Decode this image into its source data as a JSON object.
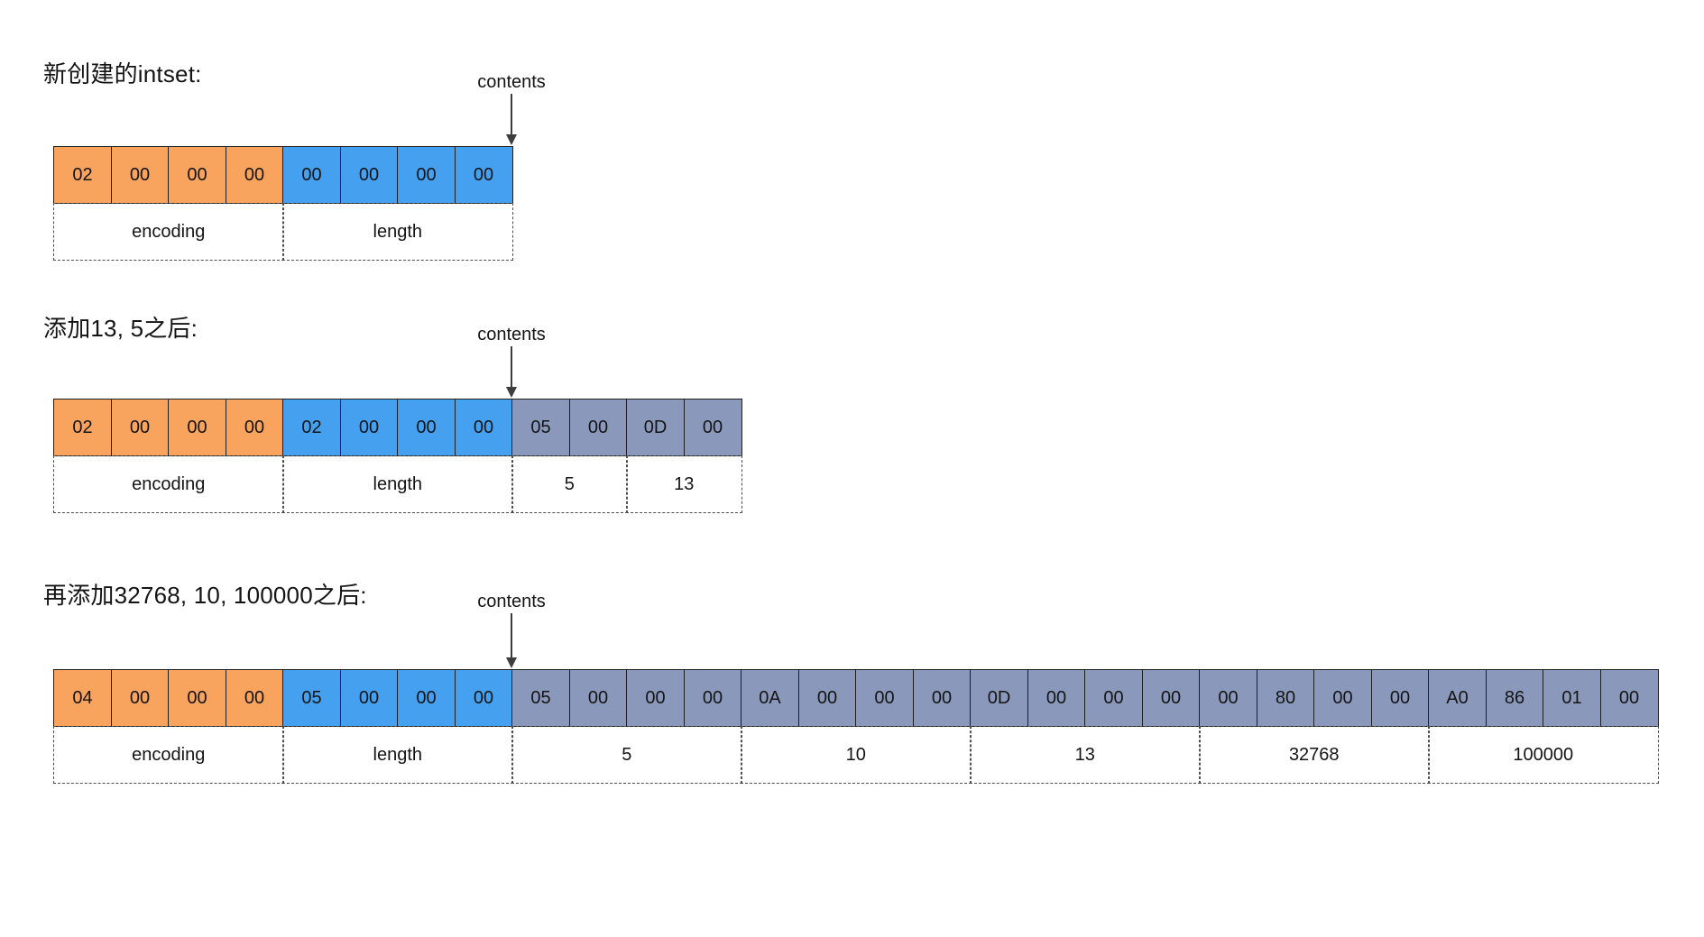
{
  "canvas": {
    "background": "#ffffff"
  },
  "colors": {
    "orange": "#F8A35E",
    "blue": "#45A1F0",
    "slate": "#8A99BB",
    "cell_border": "#1F1F1F",
    "dash_border": "#4D4D4D",
    "arrow": "#3D3D3D",
    "text": "#141414"
  },
  "diagrams": [
    {
      "title": "新创建的intset:",
      "pointer_label": "contents",
      "cells": [
        {
          "text": "02",
          "fill": "orange"
        },
        {
          "text": "00",
          "fill": "orange"
        },
        {
          "text": "00",
          "fill": "orange"
        },
        {
          "text": "00",
          "fill": "orange"
        },
        {
          "text": "00",
          "fill": "blue"
        },
        {
          "text": "00",
          "fill": "blue"
        },
        {
          "text": "00",
          "fill": "blue"
        },
        {
          "text": "00",
          "fill": "blue"
        }
      ],
      "spans": [
        {
          "label": "encoding",
          "cells": 4
        },
        {
          "label": "length",
          "cells": 4
        }
      ]
    },
    {
      "title": "添加13, 5之后:",
      "pointer_label": "contents",
      "cells": [
        {
          "text": "02",
          "fill": "orange"
        },
        {
          "text": "00",
          "fill": "orange"
        },
        {
          "text": "00",
          "fill": "orange"
        },
        {
          "text": "00",
          "fill": "orange"
        },
        {
          "text": "02",
          "fill": "blue"
        },
        {
          "text": "00",
          "fill": "blue"
        },
        {
          "text": "00",
          "fill": "blue"
        },
        {
          "text": "00",
          "fill": "blue"
        },
        {
          "text": "05",
          "fill": "slate"
        },
        {
          "text": "00",
          "fill": "slate"
        },
        {
          "text": "0D",
          "fill": "slate"
        },
        {
          "text": "00",
          "fill": "slate"
        }
      ],
      "spans": [
        {
          "label": "encoding",
          "cells": 4
        },
        {
          "label": "length",
          "cells": 4
        },
        {
          "label": "5",
          "cells": 2
        },
        {
          "label": "13",
          "cells": 2
        }
      ]
    },
    {
      "title": "再添加32768, 10, 100000之后:",
      "pointer_label": "contents",
      "cells": [
        {
          "text": "04",
          "fill": "orange"
        },
        {
          "text": "00",
          "fill": "orange"
        },
        {
          "text": "00",
          "fill": "orange"
        },
        {
          "text": "00",
          "fill": "orange"
        },
        {
          "text": "05",
          "fill": "blue"
        },
        {
          "text": "00",
          "fill": "blue"
        },
        {
          "text": "00",
          "fill": "blue"
        },
        {
          "text": "00",
          "fill": "blue"
        },
        {
          "text": "05",
          "fill": "slate"
        },
        {
          "text": "00",
          "fill": "slate"
        },
        {
          "text": "00",
          "fill": "slate"
        },
        {
          "text": "00",
          "fill": "slate"
        },
        {
          "text": "0A",
          "fill": "slate"
        },
        {
          "text": "00",
          "fill": "slate"
        },
        {
          "text": "00",
          "fill": "slate"
        },
        {
          "text": "00",
          "fill": "slate"
        },
        {
          "text": "0D",
          "fill": "slate"
        },
        {
          "text": "00",
          "fill": "slate"
        },
        {
          "text": "00",
          "fill": "slate"
        },
        {
          "text": "00",
          "fill": "slate"
        },
        {
          "text": "00",
          "fill": "slate"
        },
        {
          "text": "80",
          "fill": "slate"
        },
        {
          "text": "00",
          "fill": "slate"
        },
        {
          "text": "00",
          "fill": "slate"
        },
        {
          "text": "A0",
          "fill": "slate"
        },
        {
          "text": "86",
          "fill": "slate"
        },
        {
          "text": "01",
          "fill": "slate"
        },
        {
          "text": "00",
          "fill": "slate"
        }
      ],
      "spans": [
        {
          "label": "encoding",
          "cells": 4
        },
        {
          "label": "length",
          "cells": 4
        },
        {
          "label": "5",
          "cells": 4
        },
        {
          "label": "10",
          "cells": 4
        },
        {
          "label": "13",
          "cells": 4
        },
        {
          "label": "32768",
          "cells": 4
        },
        {
          "label": "100000",
          "cells": 4
        }
      ]
    }
  ]
}
